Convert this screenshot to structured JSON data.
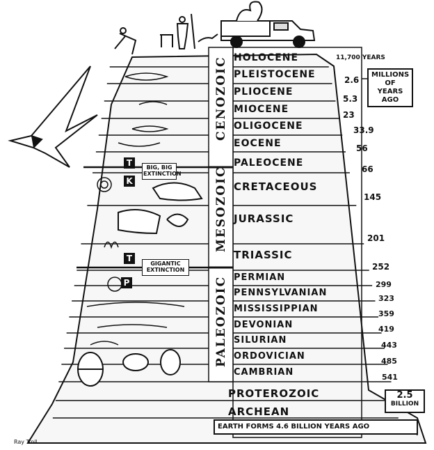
{
  "eras": [
    {
      "name": "CENOZOIC"
    },
    {
      "name": "MESOZOIC"
    },
    {
      "name": "PALEOZOIC"
    }
  ],
  "periods": [
    {
      "name": "HOLOCENE",
      "age": "11,700 YEARS"
    },
    {
      "name": "PLEISTOCENE",
      "age": "2.6"
    },
    {
      "name": "PLIOCENE",
      "age": "5.3"
    },
    {
      "name": "MIOCENE",
      "age": "23"
    },
    {
      "name": "OLIGOCENE",
      "age": "33.9"
    },
    {
      "name": "EOCENE",
      "age": "56"
    },
    {
      "name": "PALEOCENE",
      "age": "66"
    },
    {
      "name": "CRETACEOUS",
      "age": "145"
    },
    {
      "name": "JURASSIC",
      "age": "201"
    },
    {
      "name": "TRIASSIC",
      "age": "252"
    },
    {
      "name": "PERMIAN",
      "age": "299"
    },
    {
      "name": "PENNSYLVANIAN",
      "age": "323"
    },
    {
      "name": "MISSISSIPPIAN",
      "age": "359"
    },
    {
      "name": "DEVONIAN",
      "age": "419"
    },
    {
      "name": "SILURIAN",
      "age": "443"
    },
    {
      "name": "ORDOVICIAN",
      "age": "485"
    },
    {
      "name": "CAMBRIAN",
      "age": "541"
    },
    {
      "name": "PROTEROZOIC",
      "age": ""
    },
    {
      "name": "ARCHEAN",
      "age": ""
    }
  ],
  "bottom_label": "EARTH FORMS 4.6 BILLION YEARS AGO",
  "units_note": "MILLIONS OF YEARS AGO",
  "billion_note": {
    "value": "2.5",
    "unit": "BILLION"
  },
  "extinctions": {
    "kt": {
      "label": "BIG, BIG EXTINCTION",
      "letters": [
        "T",
        "K"
      ]
    },
    "pt": {
      "label": "GIGANTIC EXTINCTION",
      "letters": [
        "T",
        "P"
      ]
    }
  },
  "credit": "Ray Troll",
  "icons": [
    "pterosaur-icon",
    "truck-icon",
    "fossil-icon",
    "dinosaur-skull-icon",
    "trilobite-icon"
  ]
}
